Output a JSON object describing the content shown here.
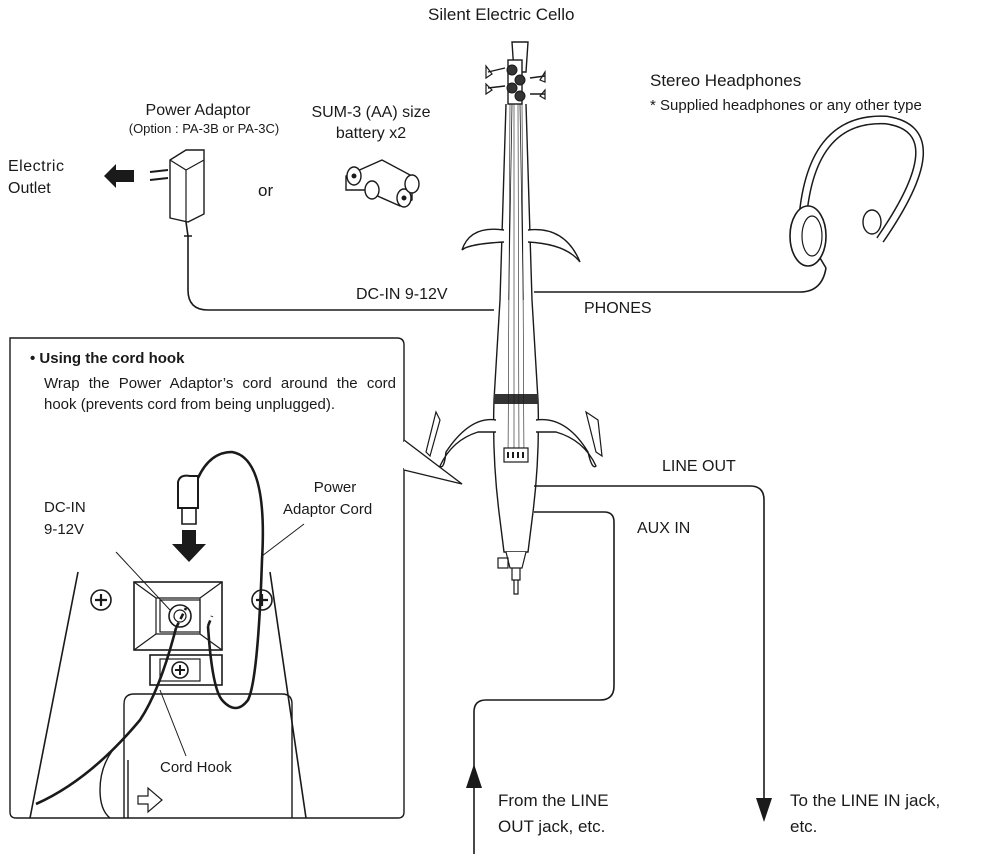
{
  "title": "Silent Electric Cello",
  "headphones": {
    "label": "Stereo Headphones",
    "note": "* Supplied headphones or any other type"
  },
  "power_adaptor": {
    "label": "Power Adaptor",
    "option": "(Option : PA-3B or PA-3C)"
  },
  "battery": {
    "line1": "SUM-3 (AA) size",
    "line2": "battery x2"
  },
  "or_label": "or",
  "outlet": {
    "line1": "Electric",
    "line2": "Outlet"
  },
  "jacks": {
    "dc_in": "DC-IN 9-12V",
    "phones": "PHONES",
    "line_out": "LINE OUT",
    "aux_in": "AUX IN"
  },
  "cord_hook_box": {
    "heading": "• Using the cord hook",
    "body": "Wrap the Power Adaptor’s cord around the cord hook (prevents cord from being unplugged).",
    "dc_in_line1": "DC-IN",
    "dc_in_line2": "9-12V",
    "cord_line1": "Power",
    "cord_line2": "Adaptor Cord",
    "cord_hook": "Cord Hook"
  },
  "from_line_out": {
    "line1": "From the LINE",
    "line2": "OUT jack, etc."
  },
  "to_line_in": {
    "line1": "To the LINE IN jack,",
    "line2": "etc."
  }
}
